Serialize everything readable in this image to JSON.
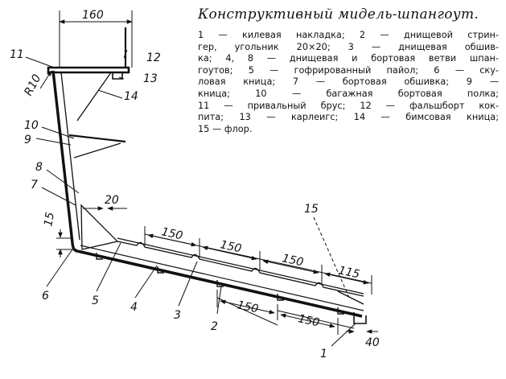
{
  "title": "Конструктивный мидель-шпангоут.",
  "legend_lines": [
    "1 — килевая накладка; 2 — днищевой стрин-",
    "гер, угольник 20×20; 3 — днищевая обшив-",
    "ка; 4, 8 — днищевая и бортовая ветви шпан-",
    "гоутов; 5 — гофрированный пайол; 6 — ску-",
    "ловая кница; 7 — бортовая обшивка; 9 —",
    "кница; 10 — багажная бортовая полка;",
    "11 — привальный брус; 12 — фальшборт кок-",
    "пита; 13 — карлеигс; 14 — бимсовая кница;",
    "15 — флор."
  ],
  "dimensions": {
    "top_width": "160",
    "radius": "R10",
    "side_offset": "20",
    "chine": "15",
    "frame_spacing_upper": [
      "150",
      "150",
      "150"
    ],
    "end_upper": "115",
    "frame_spacing_lower": [
      "150",
      "150"
    ],
    "end_lower": "40"
  },
  "callouts": {
    "c1": "1",
    "c2": "2",
    "c3": "3",
    "c4": "4",
    "c5": "5",
    "c6": "6",
    "c7": "7",
    "c8": "8",
    "c9": "9",
    "c10": "10",
    "c11": "11",
    "c12": "12",
    "c13": "13",
    "c14": "14",
    "c15": "15"
  }
}
